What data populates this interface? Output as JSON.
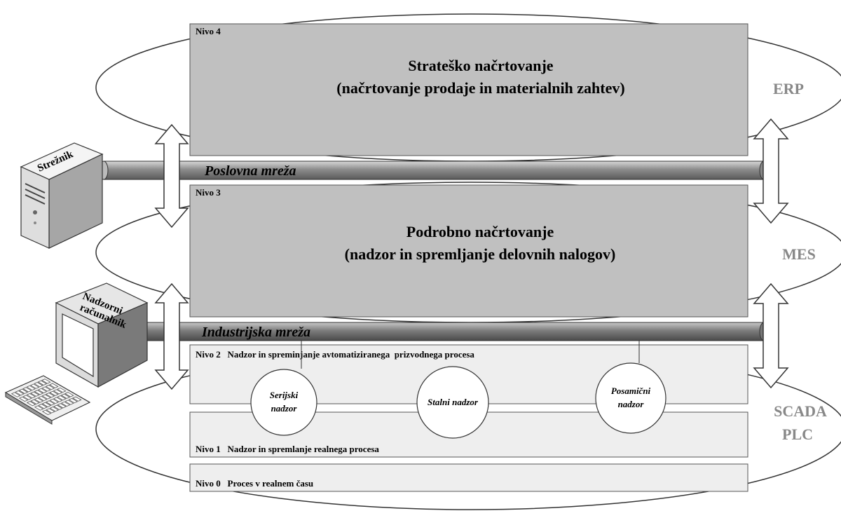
{
  "levels": {
    "nivo4": {
      "tag": "Nivo 4",
      "title_line1": "Strateško načrtovanje",
      "title_line2": "(načrtovanje prodaje in materialnih zahtev)"
    },
    "nivo3": {
      "tag": "Nivo 3",
      "title_line1": "Podrobno načrtovanje",
      "title_line2": "(nadzor in spremljanje delovnih nalogov)"
    },
    "nivo2": {
      "label": "Nivo 2   Nadzor in spreminjanje avtomatiziranega  prizvodnega procesa"
    },
    "nivo1": {
      "label": "Nivo 1   Nadzor in spremlanje realnega procesa"
    },
    "nivo0": {
      "label": "Nivo 0   Proces v realnem času"
    }
  },
  "networks": {
    "business": "Poslovna mreža",
    "industrial": "Industrijska mreža"
  },
  "systems": {
    "erp": "ERP",
    "mes": "MES",
    "scada": "SCADA",
    "plc": "PLC"
  },
  "devices": {
    "server": "Strežnik",
    "supervisor_line1": "Nadzorni",
    "supervisor_line2": "računalnik"
  },
  "control_modes": {
    "serial_line1": "Serijski",
    "serial_line2": "nadzor",
    "continuous": "Stalni nadzor",
    "discrete_line1": "Posamični",
    "discrete_line2": "nadzor"
  },
  "colors": {
    "box_dark": "#c0c0c0",
    "box_light": "#eeeeee",
    "pipe": "#9a9a9a",
    "stroke": "#333333"
  }
}
